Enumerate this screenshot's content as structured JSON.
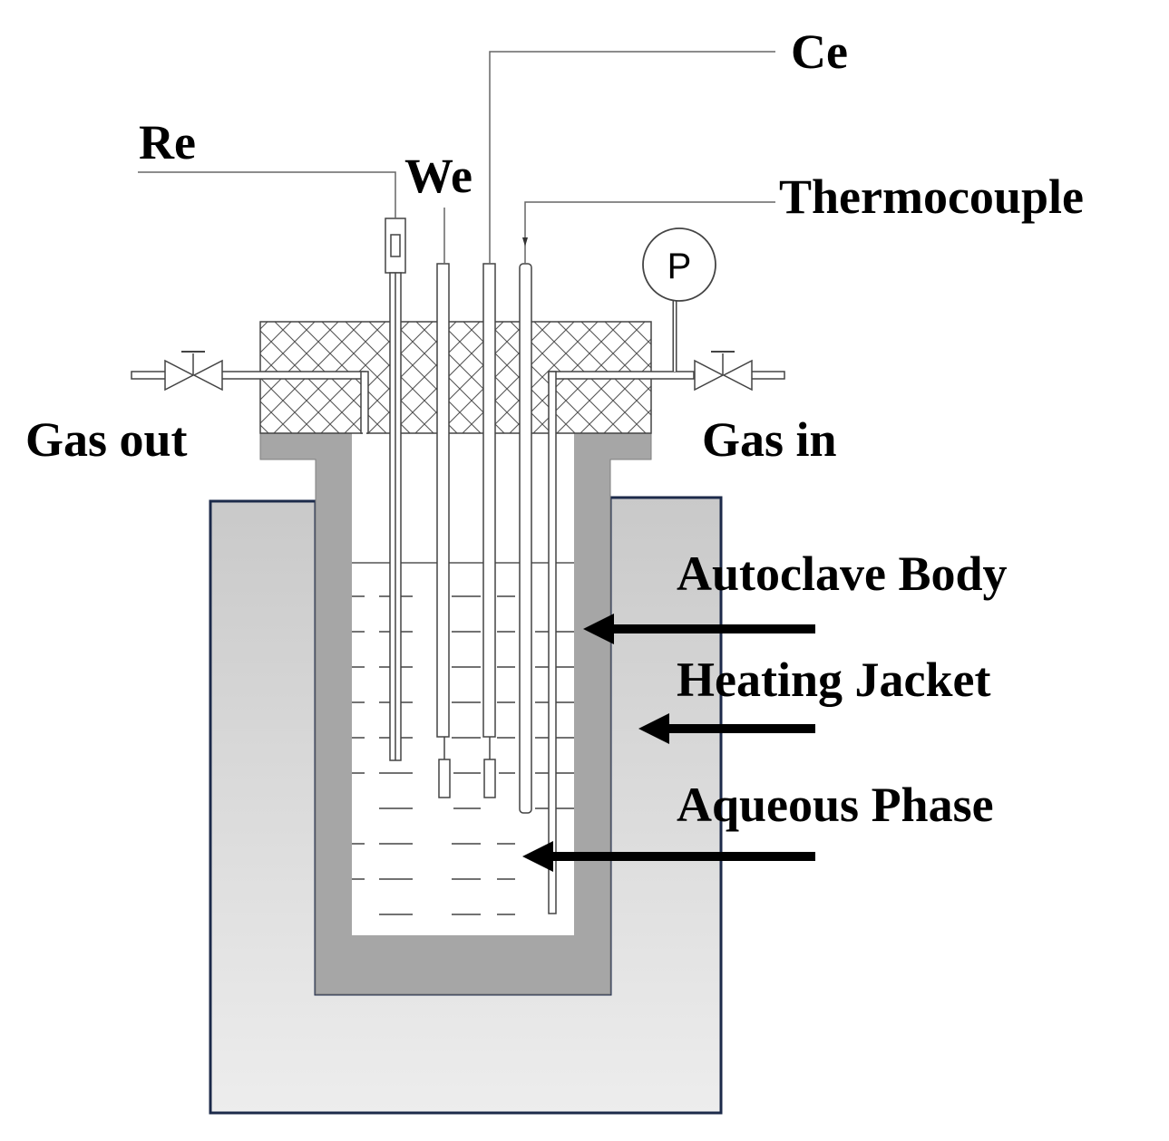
{
  "labels": {
    "ce": "Ce",
    "re": "Re",
    "we": "We",
    "thermocouple": "Thermocouple",
    "gas_out": "Gas out",
    "gas_in": "Gas in",
    "autoclave_body": "Autoclave Body",
    "heating_jacket": "Heating Jacket",
    "aqueous_phase": "Aqueous Phase",
    "pressure_gauge": "P"
  },
  "colors": {
    "jacket_fill_top": "#cbcbcb",
    "jacket_fill_bottom": "#ececec",
    "jacket_border": "#1c2a4a",
    "autoclave_wall": "#a6a6a6",
    "lid_hatch": "#555555",
    "line": "#333333",
    "arrow": "#000000"
  }
}
